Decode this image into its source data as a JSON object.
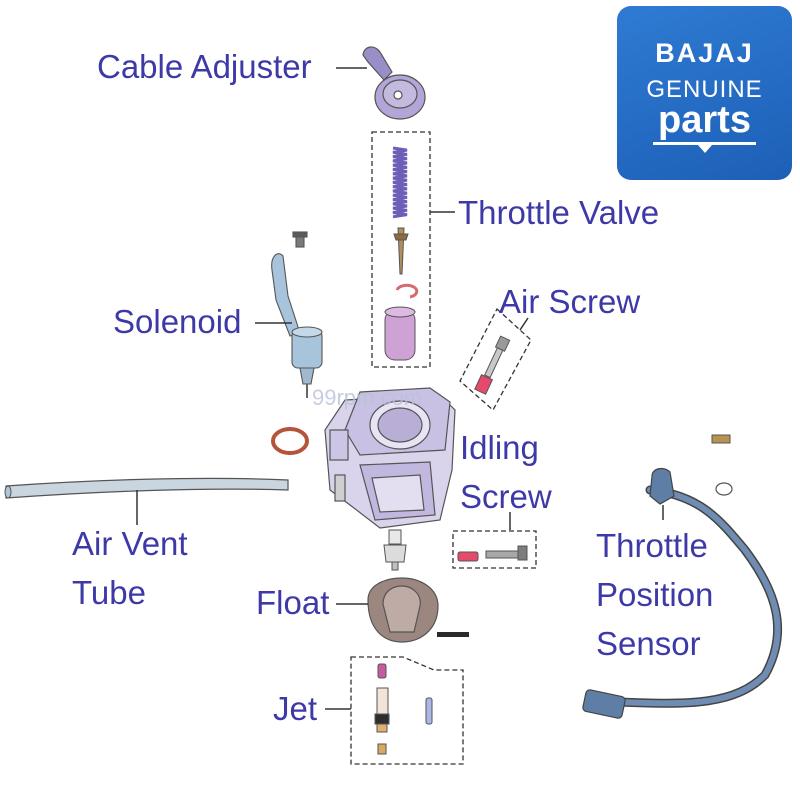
{
  "brand": {
    "line1": "BAJAJ",
    "line2": "GENUINE",
    "line3": "parts",
    "badge_color": "#2466bf",
    "text_color": "#ffffff"
  },
  "watermark": "99rpm.com",
  "colors": {
    "label": "#3d3aa8",
    "outline": "#555555",
    "part_purple": "#b2a6d9",
    "part_blue": "#a7c4dc",
    "part_red": "#e54a6b",
    "float_brown": "#9c8680",
    "sensor_cable": "#5f7ea5"
  },
  "labels": {
    "cable_adjuster": "Cable Adjuster",
    "throttle_valve": "Throttle Valve",
    "air_screw": "Air Screw",
    "solenoid": "Solenoid",
    "idling_screw_1": "Idling",
    "idling_screw_2": "Screw",
    "air_vent_tube_1": "Air Vent",
    "air_vent_tube_2": "Tube",
    "float": "Float",
    "jet": "Jet",
    "tps_1": "Throttle",
    "tps_2": "Position",
    "tps_3": "Sensor"
  }
}
